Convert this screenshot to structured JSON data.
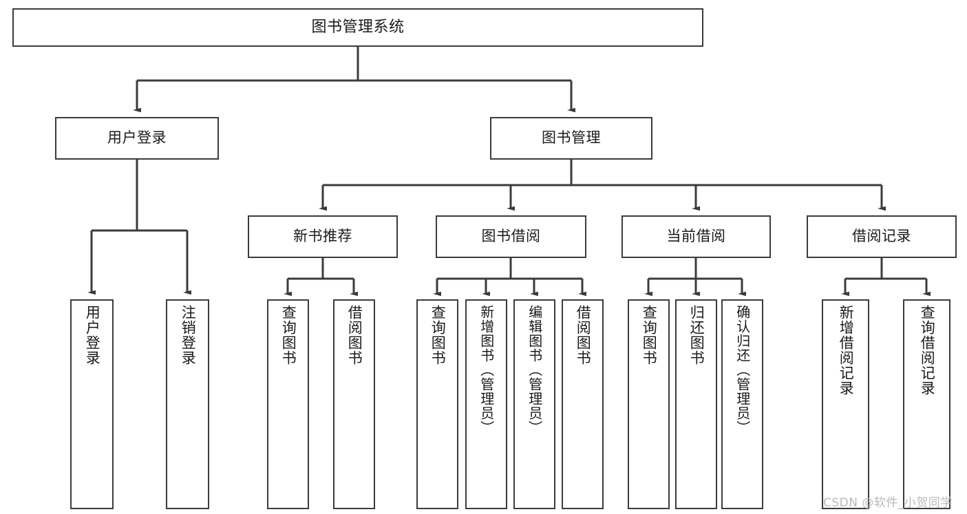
{
  "diagram": {
    "type": "tree-hierarchy",
    "title": "图书管理系统",
    "watermark": "CSDN @软件_小贺同学",
    "colors": {
      "background": "#ffffff",
      "stroke": "#3b3b3b",
      "text": "#1a1a1a",
      "watermark": "#b9b9b9"
    },
    "nodes": {
      "root": {
        "label": "图书管理系统"
      },
      "level2": [
        {
          "id": "user-login",
          "label": "用户登录"
        },
        {
          "id": "book-manage",
          "label": "图书管理"
        }
      ],
      "level3": [
        {
          "id": "new-book-recommend",
          "label": "新书推荐"
        },
        {
          "id": "book-borrow",
          "label": "图书借阅"
        },
        {
          "id": "current-borrow",
          "label": "当前借阅"
        },
        {
          "id": "borrow-record",
          "label": "借阅记录"
        }
      ],
      "leaves": {
        "user_login": [
          {
            "id": "leaf-user-login",
            "label": "用户登录"
          },
          {
            "id": "leaf-logout-login",
            "label": "注销登录"
          }
        ],
        "new_book_recommend": [
          {
            "id": "leaf-query-book-1",
            "label": "查询图书"
          },
          {
            "id": "leaf-borrow-book-1",
            "label": "借阅图书"
          }
        ],
        "book_borrow": [
          {
            "id": "leaf-query-book-2",
            "label": "查询图书"
          },
          {
            "id": "leaf-add-book",
            "label": "新增图书（管理员）"
          },
          {
            "id": "leaf-edit-book",
            "label": "编辑图书（管理员）"
          },
          {
            "id": "leaf-borrow-book-2",
            "label": "借阅图书"
          }
        ],
        "current_borrow": [
          {
            "id": "leaf-query-book-3",
            "label": "查询图书"
          },
          {
            "id": "leaf-return-book",
            "label": "归还图书"
          },
          {
            "id": "leaf-confirm-return",
            "label": "确认归还（管理员）"
          }
        ],
        "borrow_record": [
          {
            "id": "leaf-add-record",
            "label": "新增借阅记录"
          },
          {
            "id": "leaf-query-record",
            "label": "查询借阅记录"
          }
        ]
      }
    },
    "edges": [
      {
        "from": "root",
        "to": "user-login"
      },
      {
        "from": "root",
        "to": "book-manage"
      },
      {
        "from": "user-login",
        "to": "leaf-user-login"
      },
      {
        "from": "user-login",
        "to": "leaf-logout-login"
      },
      {
        "from": "book-manage",
        "to": "new-book-recommend"
      },
      {
        "from": "book-manage",
        "to": "book-borrow"
      },
      {
        "from": "book-manage",
        "to": "current-borrow"
      },
      {
        "from": "book-manage",
        "to": "borrow-record"
      },
      {
        "from": "new-book-recommend",
        "to": "leaf-query-book-1"
      },
      {
        "from": "new-book-recommend",
        "to": "leaf-borrow-book-1"
      },
      {
        "from": "book-borrow",
        "to": "leaf-query-book-2"
      },
      {
        "from": "book-borrow",
        "to": "leaf-add-book"
      },
      {
        "from": "book-borrow",
        "to": "leaf-edit-book"
      },
      {
        "from": "book-borrow",
        "to": "leaf-borrow-book-2"
      },
      {
        "from": "current-borrow",
        "to": "leaf-query-book-3"
      },
      {
        "from": "current-borrow",
        "to": "leaf-return-book"
      },
      {
        "from": "current-borrow",
        "to": "leaf-confirm-return"
      },
      {
        "from": "borrow-record",
        "to": "leaf-add-record"
      },
      {
        "from": "borrow-record",
        "to": "leaf-query-record"
      }
    ]
  }
}
